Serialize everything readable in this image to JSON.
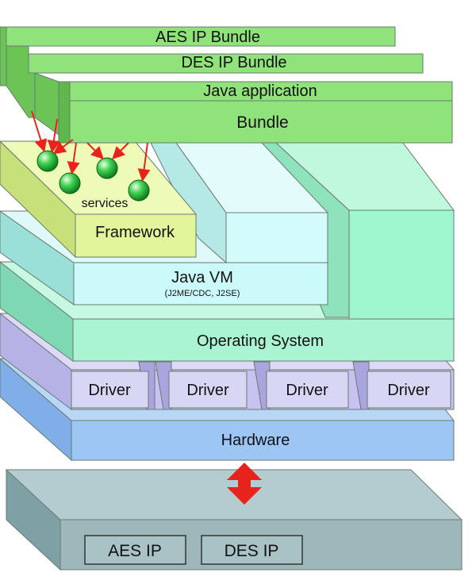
{
  "bundles": {
    "aes_bundle": "AES IP Bundle",
    "des_bundle": "DES IP Bundle",
    "java_app": "Java application",
    "bundle": "Bundle"
  },
  "framework": {
    "services": "services",
    "framework": "Framework"
  },
  "layers": {
    "java_vm": "Java VM",
    "java_vm_sub": "(J2ME/CDC, J2SE)",
    "os": "Operating System",
    "driver": "Driver",
    "hardware": "Hardware"
  },
  "fpga": {
    "aes_ip": "AES IP",
    "des_ip": "DES IP"
  },
  "colors": {
    "bundle_green": "#8fe37a",
    "framework_yellow": "#e2f59a",
    "vm_cyan": "#ccfafa",
    "os_green": "#aaf4d3",
    "driver_purple": "#d8d6f5",
    "hardware_blue": "#9ec6f5",
    "fpga_gray": "#9db7bb",
    "arrow_red": "#e8231b"
  }
}
